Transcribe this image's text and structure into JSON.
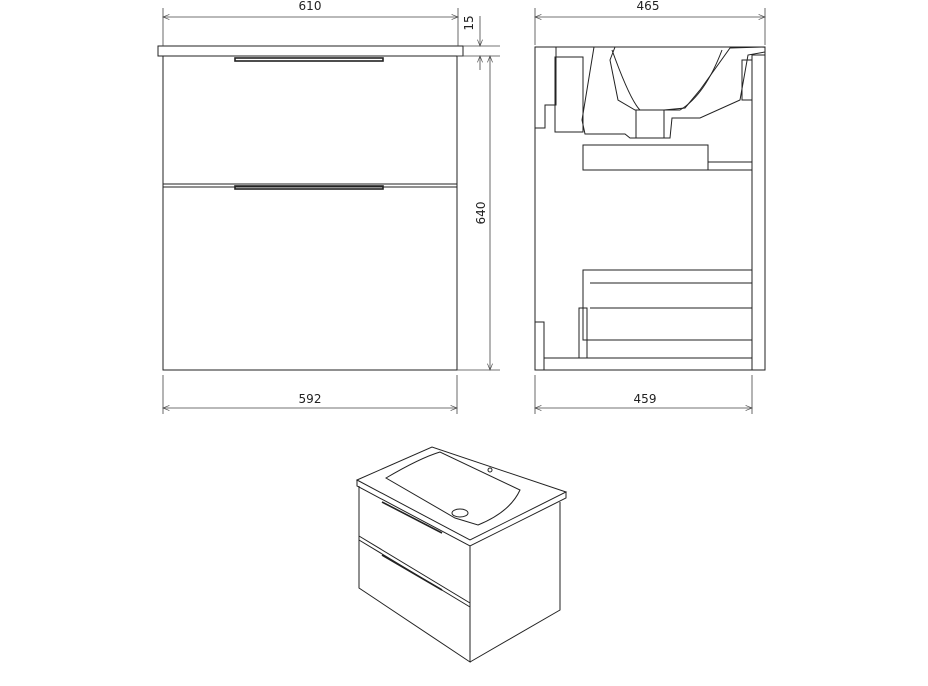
{
  "front_view": {
    "width_top": "610",
    "top_thickness": "15",
    "height": "640",
    "width_bottom": "592"
  },
  "side_view": {
    "depth_top": "465",
    "depth_bottom": "459"
  },
  "colors": {
    "line": "#222222",
    "background": "#ffffff"
  }
}
